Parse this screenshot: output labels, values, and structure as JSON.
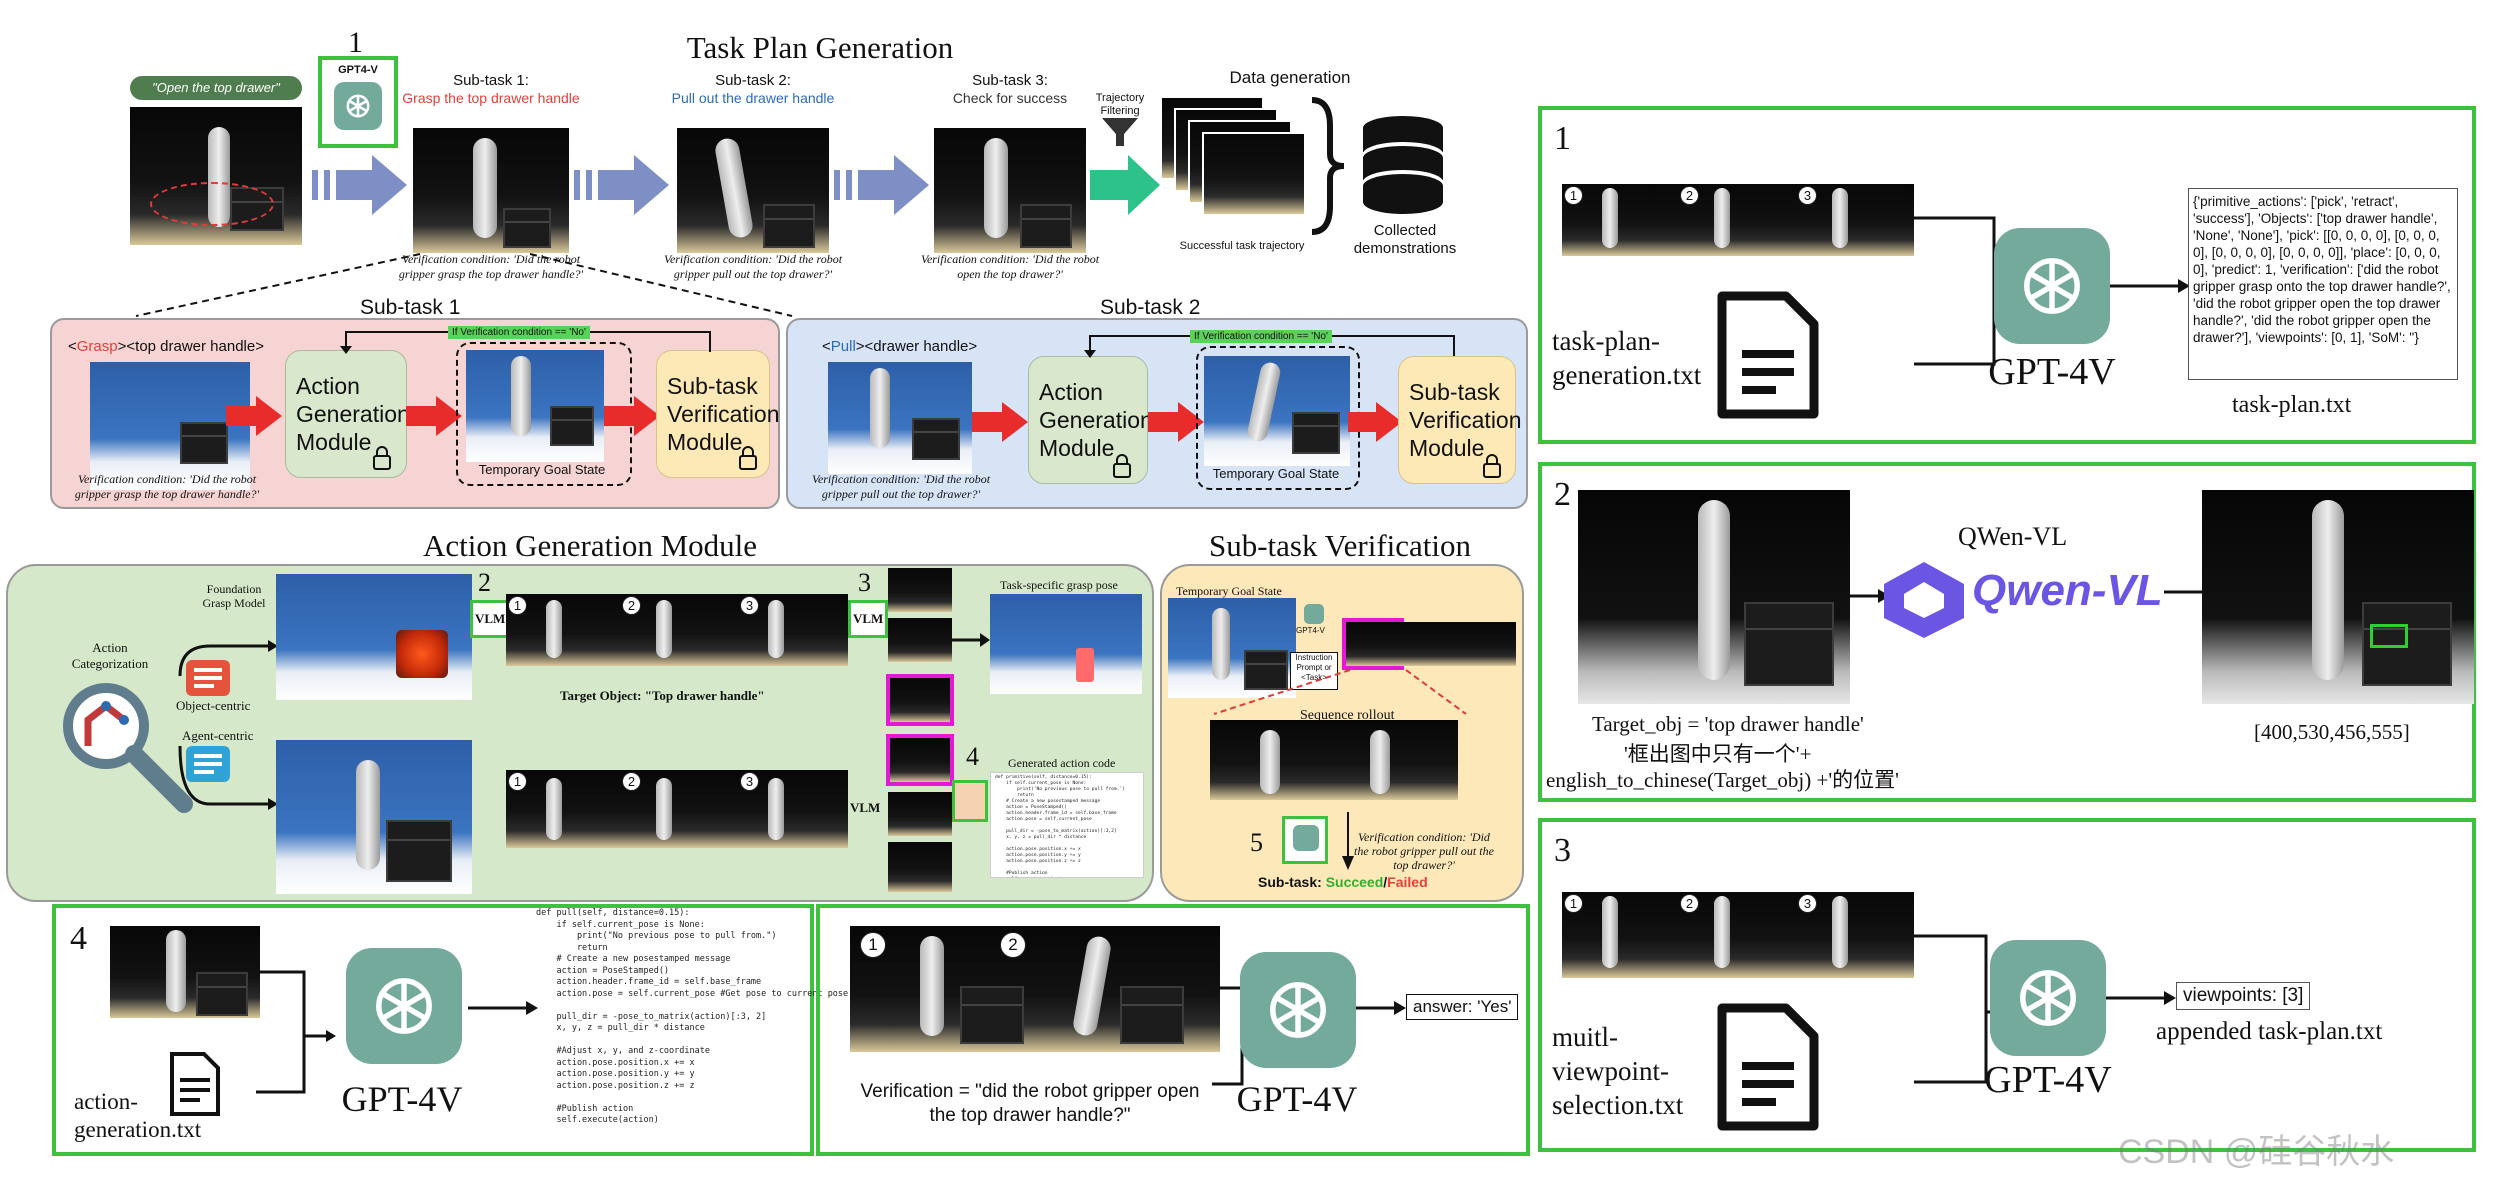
{
  "watermark": "CSDN @硅谷秋水",
  "task_plan": {
    "title": "Task Plan Generation",
    "instruction": "\"Open the top drawer\"",
    "step1_num": "1",
    "gpt4v_label": "GPT4-V",
    "subtask1_head": "Sub-task 1:",
    "subtask1_desc": "Grasp the top drawer handle",
    "subtask1_cond": "Verification condition: 'Did the robot gripper grasp the top drawer handle?'",
    "subtask2_head": "Sub-task 2:",
    "subtask2_desc": "Pull out the drawer handle",
    "subtask2_cond": "Verification condition: 'Did the robot gripper pull out the top drawer?'",
    "subtask3_head": "Sub-task 3:",
    "subtask3_desc": "Check for success",
    "subtask3_cond": "Verification condition: 'Did the robot open the top drawer?'",
    "trajectory_filtering": "Trajectory Filtering",
    "data_generation": "Data generation",
    "successful_traj": "Successful task trajectory",
    "collected": "Collected demonstrations",
    "colors": {
      "red": "#e0413a",
      "blue": "#2c6bb8",
      "arrow": "#7d8fc4",
      "teal": "#2ec28b"
    }
  },
  "subtask_panel1": {
    "title": "Sub-task 1",
    "primitive": "Grasp",
    "object": "<top drawer handle>",
    "if_label": "If Verification condition == 'No'",
    "action_module": "Action Generation Module",
    "temp_goal": "Temporary Goal State",
    "verif_module": "Sub-task Verification Module",
    "cond": "Verification condition: 'Did the robot gripper grasp the top drawer handle?'"
  },
  "subtask_panel2": {
    "title": "Sub-task 2",
    "primitive": "Pull",
    "object": "<drawer handle>",
    "if_label": "If Verification condition == 'No'",
    "action_module": "Action Generation Module",
    "temp_goal": "Temporary Goal State",
    "verif_module": "Sub-task Verification Module",
    "cond": "Verification condition: 'Did the robot gripper pull out the top drawer?'"
  },
  "action_gen": {
    "title": "Action Generation Module",
    "categorization": "Action Categorization",
    "object_centric": "Object-centric",
    "agent_centric": "Agent-centric",
    "foundation_grasp": "Foundation Grasp Model",
    "num2": "2",
    "num3": "3",
    "num4": "4",
    "vlm": "VLM",
    "target_object": "Target Object: \"Top drawer handle\"",
    "task_specific": "Task-specific grasp pose",
    "generated_code": "Generated action code"
  },
  "subtask_verif": {
    "title": "Sub-task Verification",
    "temp_goal": "Temporary Goal State",
    "gpt4v": "GPT4-V",
    "instruction_prompt": "Instruction Prompt or <Task>",
    "sequence_rollout": "Sequence rollout",
    "num5": "5",
    "cond": "Verification condition: 'Did the robot gripper pull out the top drawer?'",
    "result_prefix": "Sub-task:",
    "succeed": "Succeed",
    "slash": "/",
    "failed": "Failed"
  },
  "panel_r1": {
    "num": "1",
    "file": "task-plan-generation.txt",
    "model": "GPT-4V",
    "output_file": "task-plan.txt",
    "output_text": "{'primitive_actions': ['pick', 'retract', 'success'], 'Objects': ['top drawer handle', 'None', 'None'], 'pick': [[0, 0, 0, 0], [0, 0, 0, 0], [0, 0, 0, 0], [0, 0, 0, 0]], 'place': [0, 0, 0, 0], 'predict': 1, 'verification': ['did the robot gripper grasp onto the top drawer handle?', 'did the robot gripper open the top drawer handle?', 'did the robot gripper open the drawer?'], 'viewpoints': [0, 1], 'SoM': ''}"
  },
  "panel_r2": {
    "num": "2",
    "qwen_label": "QWen-VL",
    "qwen_logo": "Qwen-VL",
    "target_line": "Target_obj = 'top drawer handle'",
    "zh_line": "'框出图中只有一个'+",
    "fn_line": "english_to_chinese(Target_obj) +'的位置'",
    "bbox": "[400,530,456,555]"
  },
  "panel_r3": {
    "num": "3",
    "file": "muitl-viewpoint-selection.txt",
    "model": "GPT-4V",
    "output": "viewpoints: [3]",
    "output_file": "appended task-plan.txt"
  },
  "panel_b4": {
    "num": "4",
    "file": "action-generation.txt",
    "model": "GPT-4V",
    "code": "def pull(self, distance=0.15):\n    if self.current_pose is None:\n        print(\"No previous pose to pull from.\")\n        return\n    # Create a new posestamped message\n    action = PoseStamped()\n    action.header.frame_id = self.base_frame\n    action.pose = self.current_pose #Get pose to current pose\n\n    pull_dir = -pose_to_matrix(action)[:3, 2]\n    x, y, z = pull_dir * distance\n\n    #Adjust x, y, and z-coordinate\n    action.pose.position.x += x\n    action.pose.position.y += y\n    action.pose.position.z += z\n\n    #Publish action\n    self.execute(action)"
  },
  "panel_b5": {
    "view1": "1",
    "view2": "2",
    "question": "Verification = \"did the robot gripper open the top drawer handle?\"",
    "model": "GPT-4V",
    "answer": "answer: 'Yes'"
  },
  "small_code": "def primitive(self, distance=0.15):\n    if self.current_pose is None:\n        print('No previous pose to pull from.')\n        return\n    # Create a new posestamped message\n    action = PoseStamped()\n    action.header.frame_id = self.base_frame\n    action.pose = self.current_pose\n\n    pull_dir = -pose_to_matrix(action)[:3,2]\n    x, y, z = pull_dir * distance\n\n    action.pose.position.x += x\n    action.pose.position.y += y\n    action.pose.position.z += z\n\n    #Publish action\n    self.execute(action)"
}
